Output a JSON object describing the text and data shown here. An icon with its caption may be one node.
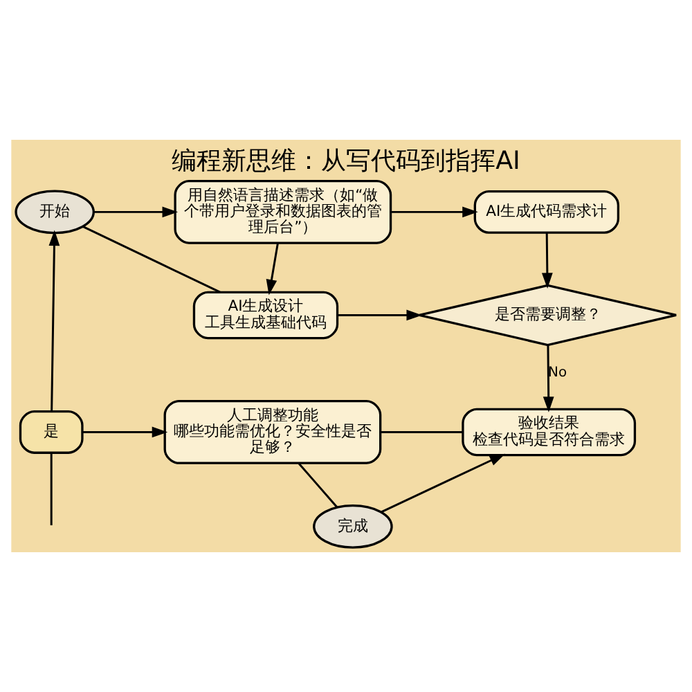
{
  "diagram": {
    "title": "编程新思维：从写代码到指挥AI",
    "nodes": [
      {
        "text": [
          "开始"
        ]
      },
      {
        "text": [
          "用自然语言描述需求（如“做个带用户登录和数据图表的管理后台”）"
        ]
      },
      {
        "text": [
          "AI生成代码需求计"
        ]
      },
      {
        "text": [
          "AI生成设计",
          "工具生成基础代码"
        ]
      },
      {
        "text": [
          "是否需要调整？"
        ]
      },
      {
        "text": [
          "是"
        ]
      },
      {
        "text": [
          "人工调整功能",
          "哪些功能需优化？安全性是否足够？"
        ]
      },
      {
        "text": [
          "验收结果",
          "检查代码是否符合需求"
        ]
      },
      {
        "text": [
          "完成"
        ]
      }
    ],
    "edges": [
      {
        "from": 0,
        "to": 1,
        "arrow": "to"
      },
      {
        "from": 1,
        "to": 2,
        "arrow": "to"
      },
      {
        "from": 1,
        "to": 3,
        "arrow": "to"
      },
      {
        "from": 2,
        "to": 4,
        "arrow": "to"
      },
      {
        "from": 3,
        "to": 4,
        "arrow": "to"
      },
      {
        "from": 3,
        "to": 0,
        "arrow": "none"
      },
      {
        "from": 4,
        "to": 7,
        "arrow": "to",
        "label": "No"
      },
      {
        "from": 5,
        "to": 0,
        "arrow": "to"
      },
      {
        "from": 5,
        "to": 6,
        "arrow": "to"
      },
      {
        "from": 6,
        "to": 7,
        "arrow": "none"
      },
      {
        "from": 6,
        "to": 8,
        "arrow": "none"
      },
      {
        "from": 8,
        "to": 7,
        "arrow": "to"
      },
      {
        "from": 5,
        "to": null,
        "arrow": "none"
      }
    ]
  }
}
